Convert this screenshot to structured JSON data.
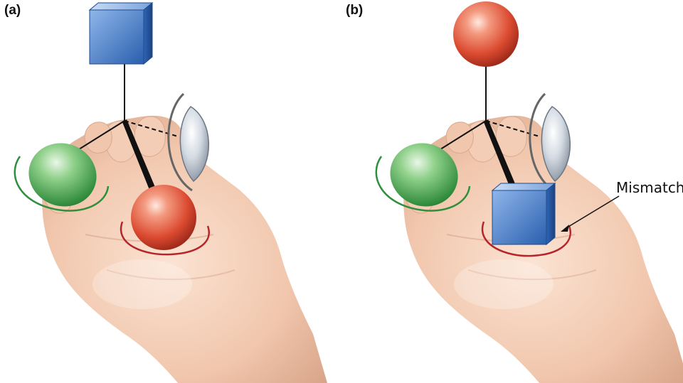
{
  "panels": [
    {
      "id": "a",
      "label": "(a)"
    },
    {
      "id": "b",
      "label": "(b)",
      "callout": "Mismatch"
    }
  ],
  "colors": {
    "skin": "#f2c9b0",
    "cube": "#2f6fc4",
    "red_sphere": "#e0523c",
    "green_lens": "#3aa24a",
    "grey_lens": "#b9c2cc",
    "green_ring": "#2f8f3c",
    "red_ring": "#b4262a"
  },
  "icons": [
    "hand",
    "cube",
    "red-sphere",
    "green-lens",
    "grey-lens"
  ]
}
